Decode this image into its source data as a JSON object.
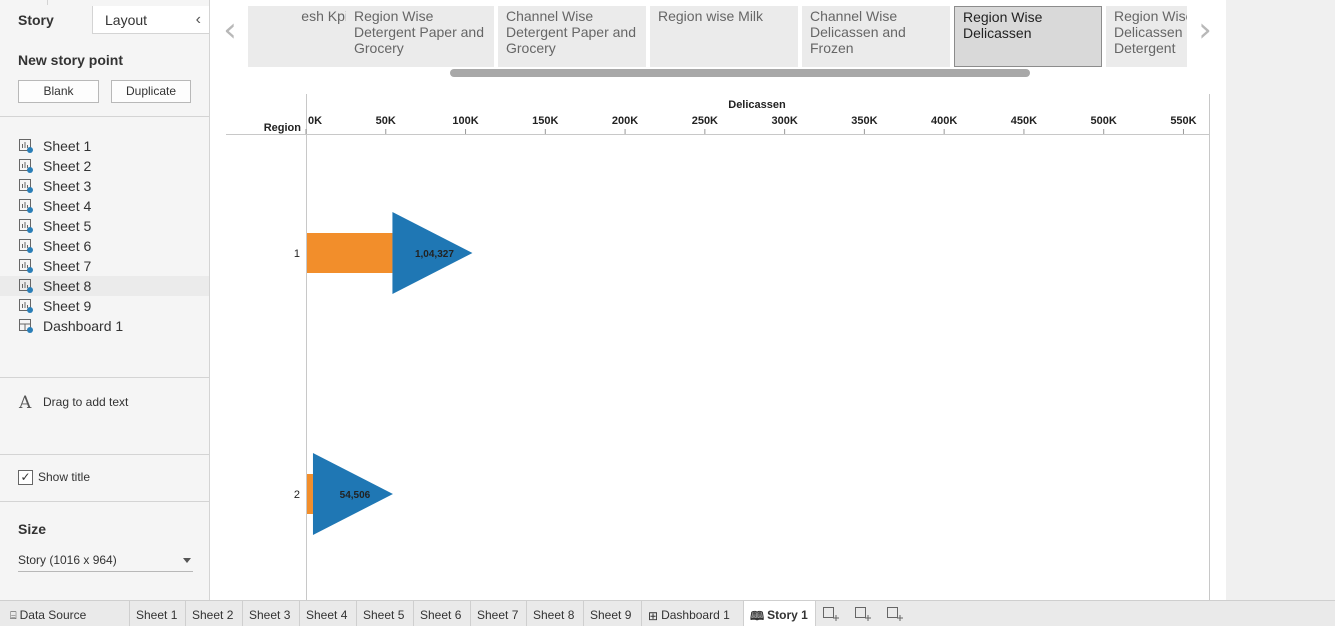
{
  "sidebar": {
    "tabs": {
      "story": "Story",
      "layout": "Layout"
    },
    "new_story_point": "New story point",
    "buttons": {
      "blank": "Blank",
      "duplicate": "Duplicate"
    },
    "sheets": [
      {
        "label": "Sheet 1",
        "icon": "worksheet-icon"
      },
      {
        "label": "Sheet 2",
        "icon": "worksheet-icon"
      },
      {
        "label": "Sheet 3",
        "icon": "worksheet-icon"
      },
      {
        "label": "Sheet 4",
        "icon": "worksheet-icon"
      },
      {
        "label": "Sheet 5",
        "icon": "worksheet-icon"
      },
      {
        "label": "Sheet 6",
        "icon": "worksheet-icon"
      },
      {
        "label": "Sheet 7",
        "icon": "worksheet-icon"
      },
      {
        "label": "Sheet 8",
        "icon": "worksheet-icon",
        "selected": true
      },
      {
        "label": "Sheet 9",
        "icon": "worksheet-icon"
      },
      {
        "label": "Dashboard 1",
        "icon": "dashboard-icon"
      }
    ],
    "drag_text": "Drag to add text",
    "show_title": "Show title",
    "show_title_checked": true,
    "size_heading": "Size",
    "size_value": "Story (1016 x 964)"
  },
  "story_nav": {
    "points": [
      {
        "label": "esh Kpi"
      },
      {
        "label": "Region Wise Detergent Paper and Grocery"
      },
      {
        "label": "Channel Wise Detergent Paper and Grocery"
      },
      {
        "label": "Region wise Milk"
      },
      {
        "label": "Channel Wise Delicassen and Frozen"
      },
      {
        "label": "Region Wise Delicassen",
        "active": true
      },
      {
        "label": "Region Wise Delicassen and Detergent"
      }
    ]
  },
  "chart_data": {
    "type": "bar",
    "title": "",
    "xlabel": "Delicassen",
    "ylabel": "Region",
    "xlim": [
      0,
      560000
    ],
    "x_ticks": [
      "0K",
      "50K",
      "100K",
      "150K",
      "200K",
      "250K",
      "300K",
      "350K",
      "400K",
      "450K",
      "500K",
      "550K"
    ],
    "x_tick_values": [
      0,
      50000,
      100000,
      150000,
      200000,
      250000,
      300000,
      350000,
      400000,
      450000,
      500000,
      550000
    ],
    "categories": [
      "1",
      "2"
    ],
    "values": [
      104327,
      54506
    ],
    "data_labels": [
      "1,04,327",
      "54,506"
    ],
    "colors": {
      "bar": "#f28e2b",
      "marker": "#1f77b4"
    }
  },
  "bottom_tabs": {
    "data_source": "Data Source",
    "tabs": [
      {
        "label": "Sheet 1"
      },
      {
        "label": "Sheet 2"
      },
      {
        "label": "Sheet 3"
      },
      {
        "label": "Sheet 4"
      },
      {
        "label": "Sheet 5"
      },
      {
        "label": "Sheet 6"
      },
      {
        "label": "Sheet 7"
      },
      {
        "label": "Sheet 8"
      },
      {
        "label": "Sheet 9"
      },
      {
        "label": "Dashboard 1"
      },
      {
        "label": "Story 1",
        "active": true
      }
    ]
  }
}
